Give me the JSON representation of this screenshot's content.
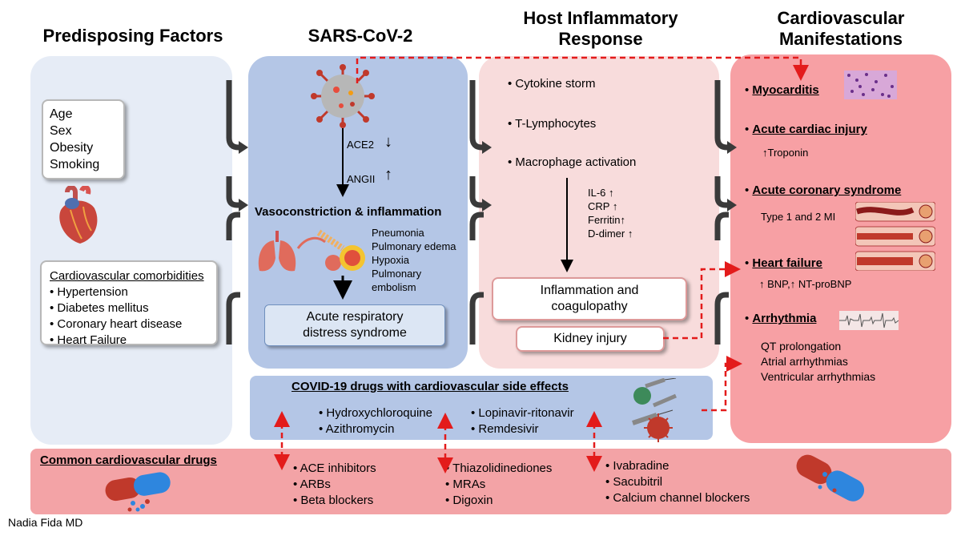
{
  "headers": {
    "predisposing": "Predisposing Factors",
    "sars": "SARS-CoV-2",
    "host": "Host Inflammatory Response",
    "cardio": "Cardiovascular Manifestations"
  },
  "predisposing": {
    "basic": [
      "Age",
      "Sex",
      "Obesity",
      "Smoking"
    ],
    "comorbidities_title": "Cardiovascular comorbidities",
    "comorbidities": [
      "Hypertension",
      "Diabetes mellitus",
      "Coronary heart disease",
      "Heart Failure"
    ]
  },
  "sars": {
    "ace2": "ACE2",
    "angii": "ANGII",
    "vaso": "Vasoconstriction & inflammation",
    "lung_effects": [
      "Pneumonia",
      "Pulmonary edema",
      "Hypoxia",
      "Pulmonary embolism"
    ],
    "ards": "Acute respiratory distress syndrome"
  },
  "host": {
    "items": [
      "Cytokine storm",
      "T-Lymphocytes",
      "Macrophage activation"
    ],
    "markers": [
      "IL-6",
      "CRP",
      "Ferritin",
      "D-dimer"
    ],
    "inflammation": "Inflammation and coagulopathy",
    "kidney": "Kidney injury"
  },
  "cardio": {
    "myocarditis": "Myocarditis",
    "acute_injury": "Acute cardiac injury",
    "troponin": "Troponin",
    "acs": "Acute coronary syndrome",
    "mi": "Type 1 and 2 MI",
    "hf": "Heart failure",
    "bnp": "BNP,",
    "ntprobnp": "NT-proBNP",
    "arrhythmia": "Arrhythmia",
    "arrhythmia_types": [
      "QT prolongation",
      "Atrial arrhythmias",
      "Ventricular arrhythmias"
    ]
  },
  "covid_drugs": {
    "title": "COVID-19 drugs with cardiovascular side effects",
    "col1": [
      "Hydroxychloroquine",
      "Azithromycin"
    ],
    "col2": [
      "Lopinavir-ritonavir",
      "Remdesivir"
    ]
  },
  "common_drugs": {
    "title": "Common cardiovascular drugs",
    "group1": [
      "ACE inhibitors",
      "ARBs",
      "Beta blockers"
    ],
    "group2": [
      "Thiazolidinediones",
      "MRAs",
      "Digoxin"
    ],
    "group3": [
      "Ivabradine",
      "Sacubitril",
      "Calcium channel blockers"
    ]
  },
  "author": "Nadia Fida MD",
  "colors": {
    "predisposing_bg": "#e6ecf6",
    "sars_bg": "#b4c6e6",
    "host_bg": "#f8dcdc",
    "cardio_bg": "#f7a0a4",
    "drugs_band": "#f3a3a6",
    "covid_band": "#b4c6e6",
    "dashed_red": "#e31b1b"
  },
  "icons": [
    "virus-icon",
    "heart-anatomy-icon",
    "lungs-icon",
    "capsule-icon",
    "syringe-icon",
    "histology-icon",
    "artery-icon",
    "ecg-icon"
  ]
}
